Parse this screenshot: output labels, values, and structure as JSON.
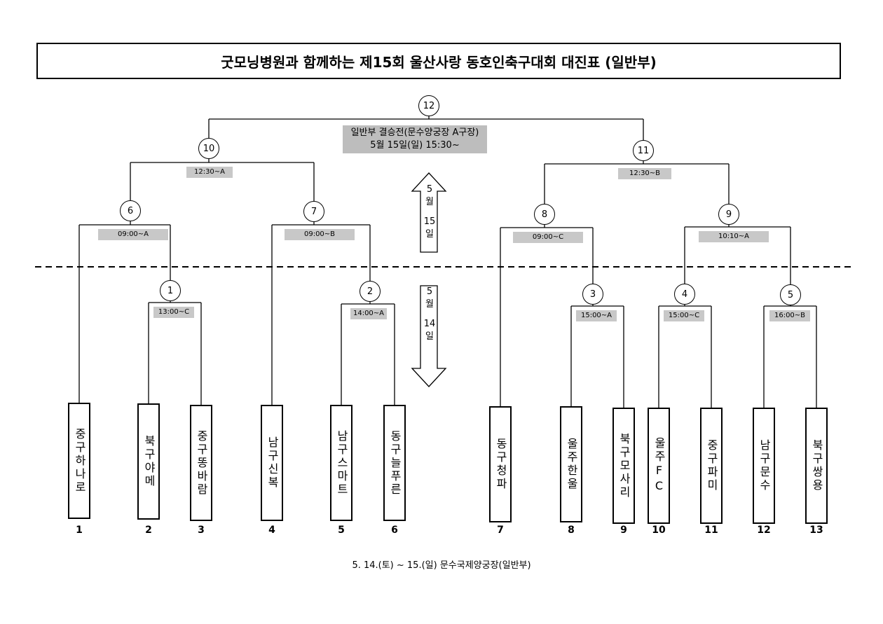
{
  "title": "굿모닝병원과 함께하는 제15회 울산사랑 동호인축구대회 대진표 (일반부)",
  "final": {
    "line1": "일반부 결승전(문수양궁장 A구장)",
    "line2": "5월 15일(일) 15:30~"
  },
  "footer": "5. 14.(토) ~ 15.(일)  문수국제양궁장(일반부)",
  "day_up": [
    "5",
    "월",
    "15",
    "일"
  ],
  "day_down": [
    "5",
    "월",
    "14",
    "일"
  ],
  "teams": [
    {
      "num": "1",
      "name": "중구하나로"
    },
    {
      "num": "2",
      "name": "북구야메"
    },
    {
      "num": "3",
      "name": "중구똥바람"
    },
    {
      "num": "4",
      "name": "남구신복"
    },
    {
      "num": "5",
      "name": "남구스마트"
    },
    {
      "num": "6",
      "name": "동구늘푸른"
    },
    {
      "num": "7",
      "name": "동구청파"
    },
    {
      "num": "8",
      "name": "울주한울"
    },
    {
      "num": "9",
      "name": "북구모사리"
    },
    {
      "num": "10",
      "name": "울주FC"
    },
    {
      "num": "11",
      "name": "중구파미"
    },
    {
      "num": "12",
      "name": "남구문수"
    },
    {
      "num": "13",
      "name": "북구쌍용"
    }
  ],
  "matches": [
    {
      "num": "1",
      "time": "13:00~C"
    },
    {
      "num": "2",
      "time": "14:00~A"
    },
    {
      "num": "3",
      "time": "15:00~A"
    },
    {
      "num": "4",
      "time": "15:00~C"
    },
    {
      "num": "5",
      "time": "16:00~B"
    },
    {
      "num": "6",
      "time": "09:00~A"
    },
    {
      "num": "7",
      "time": "09:00~B"
    },
    {
      "num": "8",
      "time": "09:00~C"
    },
    {
      "num": "9",
      "time": "10:10~A"
    },
    {
      "num": "10",
      "time": "12:30~A"
    },
    {
      "num": "11",
      "time": "12:30~B"
    },
    {
      "num": "12",
      "time": ""
    }
  ]
}
